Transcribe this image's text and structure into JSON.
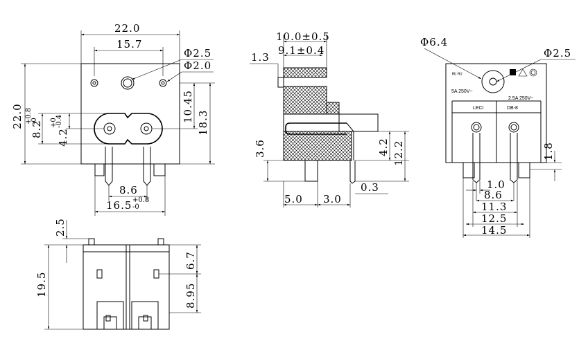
{
  "front_view": {
    "width_total": "22.0",
    "hole_span": "15.7",
    "dia_large": "Φ2.5",
    "dia_small": "Φ2.0",
    "height_total": "22.0",
    "dim_10_45": "10.45",
    "dim_18_3": "18.3",
    "dim_8_2": "8.2",
    "dim_8_2_tol_upper": "+0.8",
    "dim_8_2_tol_lower": "-0",
    "dim_4_2": "4.2",
    "dim_4_2_tol_upper": "+0",
    "dim_4_2_tol_lower": "-0.4",
    "pin_pitch": "8.6",
    "base_width": "16.5",
    "base_width_tol_upper": "+0.8",
    "base_width_tol_lower": "-0"
  },
  "side_view": {
    "dim_10_0": "10.0±0.5",
    "dim_9_1": "9.1±0.4",
    "dim_1_3": "1.3",
    "dim_3_6": "3.6",
    "dim_4_2": "4.2",
    "dim_12_2": "12.2",
    "dim_0_3": "0.3",
    "dim_5_0": "5.0",
    "dim_3_0": "3.0"
  },
  "rear_view": {
    "dia_6_4": "Φ6.4",
    "dia_2_5": "Φ2.5",
    "rating_left": "5A 250V~",
    "rating_right": "2.5A 250V~",
    "brand": "LECI",
    "model": "DB-8",
    "dim_1_8": "1.8",
    "dim_1_0": "1.0",
    "dim_8_6": "8.6",
    "dim_11_3": "11.3",
    "dim_12_5": "12.5",
    "dim_14_5": "14.5"
  },
  "bottom_view": {
    "dim_2_5": "2.5",
    "dim_19_5": "19.5",
    "dim_6_7": "6.7",
    "dim_8_95": "8.95"
  }
}
